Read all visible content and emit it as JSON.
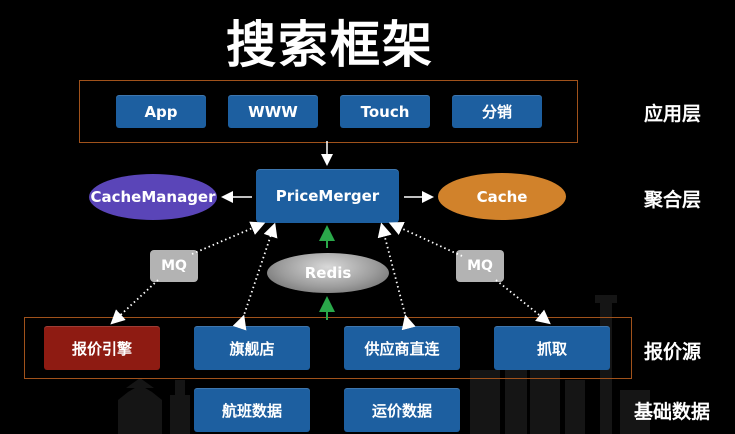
{
  "title": "搜索框架",
  "layers": {
    "app": "应用层",
    "aggregate": "聚合层",
    "quote_source": "报价源",
    "base_data": "基础数据"
  },
  "app_layer": [
    "App",
    "WWW",
    "Touch",
    "分销"
  ],
  "aggregate_layer": {
    "cache_manager": "CacheManager",
    "price_merger": "PriceMerger",
    "cache": "Cache",
    "redis": "Redis",
    "mq_left": "MQ",
    "mq_right": "MQ"
  },
  "quote_sources": [
    "报价引擎",
    "旗舰店",
    "供应商直连",
    "抓取"
  ],
  "base_data": [
    "航班数据",
    "运价数据"
  ],
  "colors": {
    "background": "#000000",
    "box_blue": "#1d5fa0",
    "box_red": "#8e1b12",
    "cache_manager": "#5a45b8",
    "cache": "#d1822b",
    "frame": "#a0521b",
    "arrow_green": "#2aa84a",
    "mq": "#b3b3b3"
  }
}
